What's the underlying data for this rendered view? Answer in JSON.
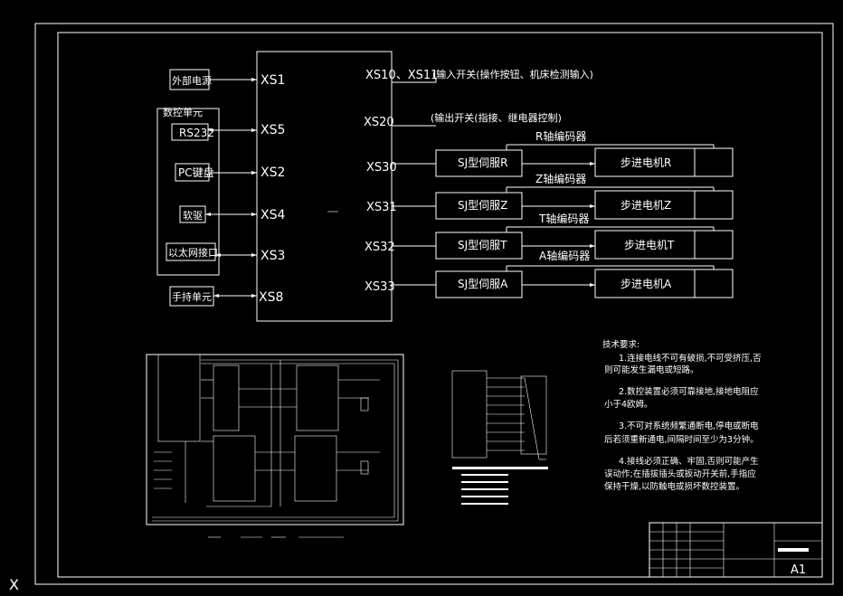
{
  "drawing": {
    "ports": [
      "XS1",
      "XS5",
      "XS2",
      "XS4",
      "XS3",
      "XS8"
    ],
    "right_ports": [
      "XS10、XS11",
      "XS20",
      "XS30",
      "XS31",
      "XS32",
      "XS33"
    ],
    "external_power": "外部电源",
    "numeric_unit_label": "数控单元",
    "rs232": "RS232",
    "pc_keyboard": "PC键盘",
    "keyboard": "软驱",
    "ethernet": "以太网接口",
    "handheld": "手持单元",
    "io_input": "(输入开关(操作按钮、机床检测输入)",
    "io_output": "(输出开关(指接、继电器控制)",
    "drivers": [
      {
        "driver": "SJ型伺服R",
        "motor": "步进电机R",
        "encoder": "R轴编码器"
      },
      {
        "driver": "SJ型伺服Z",
        "motor": "步进电机Z",
        "encoder": "Z轴编码器"
      },
      {
        "driver": "SJ型伺服T",
        "motor": "步进电机T",
        "encoder": "T轴编码器"
      },
      {
        "driver": "SJ型伺服A",
        "motor": "步进电机A",
        "encoder": "A轴编码器"
      }
    ],
    "notes": {
      "title": "技术要求:",
      "lines": [
        "1.连接电线不可有破损,不可受挤压,否",
        "则可能发生漏电或短路。",
        "2.数控装置必须可靠接地,接地电阻应",
        "小于4欧姆。",
        "3.不可对系统频繁通断电,停电或断电",
        "后若须重新通电,间隔时间至少为3分钟。",
        "4.接线必须正确、牢固,否则可能产生",
        "误动作;在插拔插头或扳动开关前,手指应",
        "保持干燥,以防触电或损坏数控装置。"
      ]
    },
    "sheet_size": "A1",
    "corner_mark": "X"
  }
}
